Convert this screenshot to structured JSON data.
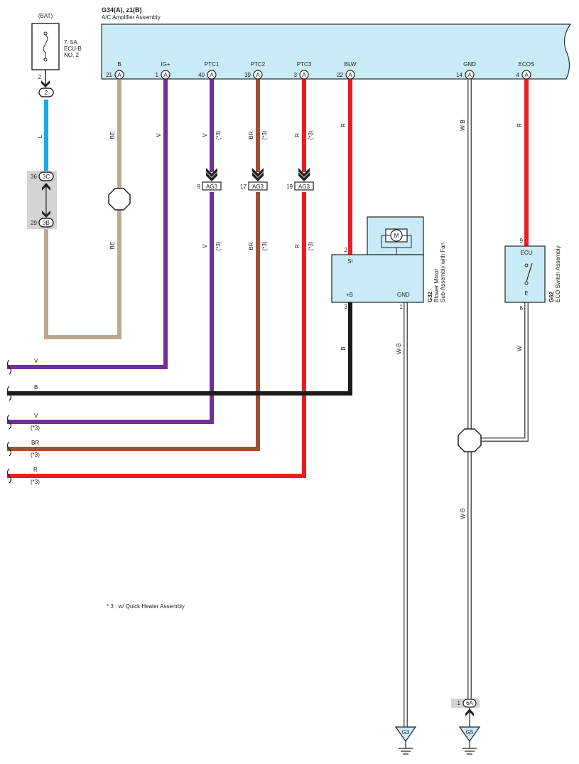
{
  "colors": {
    "box_fill": "#c9ebf7",
    "wire_L": "#1aa9e0",
    "wire_BE": "#bda98f",
    "wire_V": "#70309a",
    "wire_BR": "#a2502e",
    "wire_R": "#ec1c24",
    "wire_B": "#1a1a1a",
    "wire_WB": "#808080",
    "connector_fill": "#d4d4d4"
  },
  "header": {
    "bat": "(BAT)",
    "fuse_line1": "7. 5A",
    "fuse_line2": "ECU-B",
    "fuse_line3": "NO. 2",
    "fuse_pin": "2",
    "fuse_conn": "2"
  },
  "amplifier": {
    "code": "G34(A), z1(B)",
    "name": "A/C Amplifier Assembly",
    "pins": [
      {
        "label": "B",
        "num": "21",
        "conn": "A"
      },
      {
        "label": "IG+",
        "num": "1",
        "conn": "A"
      },
      {
        "label": "PTC1",
        "num": "40",
        "conn": "A"
      },
      {
        "label": "PTC2",
        "num": "39",
        "conn": "A"
      },
      {
        "label": "PTC3",
        "num": "3",
        "conn": "A"
      },
      {
        "label": "BLW",
        "num": "22",
        "conn": "A"
      },
      {
        "label": "GND",
        "num": "14",
        "conn": "A"
      },
      {
        "label": "ECOS",
        "num": "4",
        "conn": "A"
      }
    ]
  },
  "junction": {
    "top_num": "36",
    "top_conn": "3C",
    "bottom_num": "29",
    "bottom_conn": "3B"
  },
  "ag3": [
    {
      "num": "9",
      "conn": "AG3"
    },
    {
      "num": "17",
      "conn": "AG3"
    },
    {
      "num": "19",
      "conn": "AG3"
    }
  ],
  "wire_labels": {
    "L": "L",
    "BE": "BE",
    "V": "V",
    "BR": "BR",
    "R": "R",
    "B": "B",
    "WB": "W-B",
    "W": "W",
    "note": "(*3)"
  },
  "blower": {
    "code": "G32",
    "name1": "Blower Motor",
    "name2": "Sub-Assembly with Fan",
    "motor": "M",
    "si": "SI",
    "pb": "+B",
    "gnd": "GND",
    "pin_si": "2",
    "pin_pb": "3",
    "pin_gnd": "1"
  },
  "eco": {
    "code": "G62",
    "name": "ECO Switch Assembly",
    "ecu": "ECU",
    "e": "E",
    "pin_ecu": "9",
    "pin_e": "6"
  },
  "left_wires": [
    {
      "color": "V",
      "note": ""
    },
    {
      "color": "B",
      "note": ""
    },
    {
      "color": "V",
      "note": "(*3)"
    },
    {
      "color": "BR",
      "note": "(*3)"
    },
    {
      "color": "R",
      "note": "(*3)"
    }
  ],
  "footnote": "* 3 : w/ Quick Heater Assembly",
  "ground": {
    "g3": "G3",
    "g5": "G5",
    "g5_conn_num": "1",
    "g5_conn": "6A"
  }
}
